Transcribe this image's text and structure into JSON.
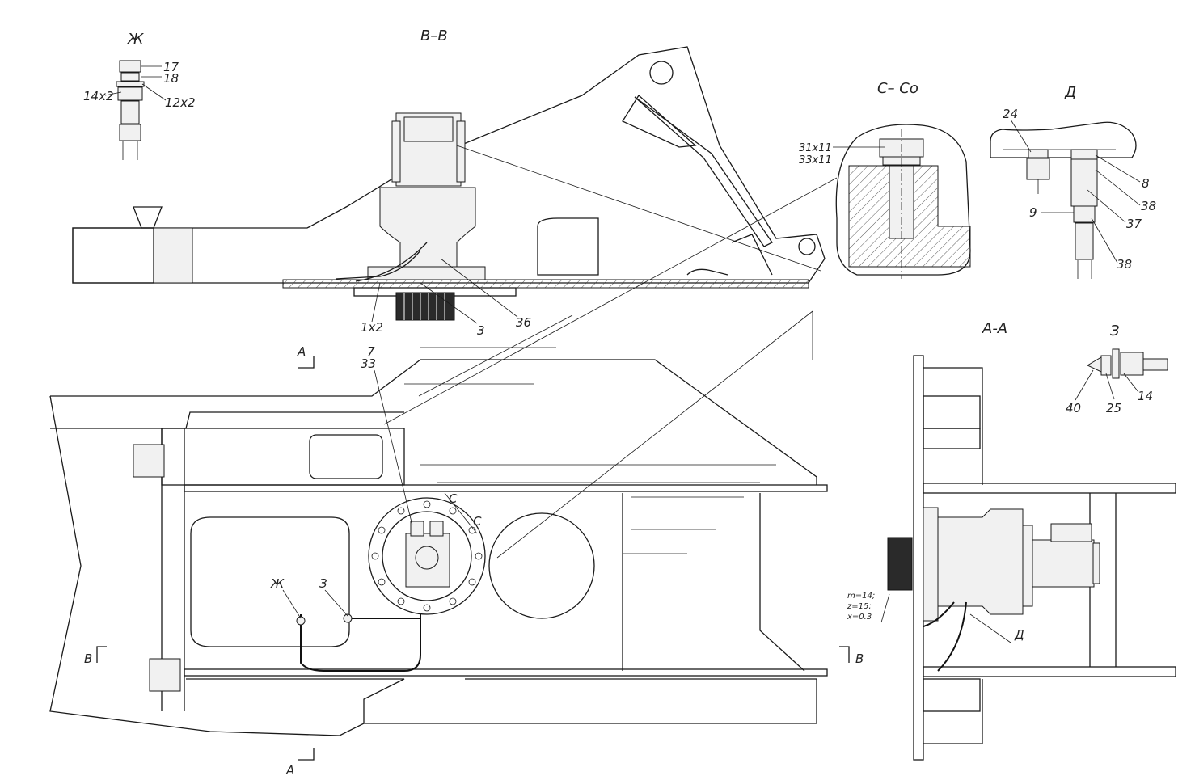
{
  "section_titles": {
    "b_b": "B–B",
    "c_c": "С– Сo",
    "a_a": "A-A",
    "zh": "Ж",
    "d": "Д",
    "z": "З"
  },
  "detail_zh": {
    "labels": [
      "17",
      "18",
      "14x2",
      "12x2"
    ]
  },
  "view_bb": {
    "labels": [
      "1x2",
      "3",
      "36"
    ]
  },
  "section_cc": {
    "labels": [
      "31x11",
      "33x11"
    ]
  },
  "detail_d": {
    "labels": [
      "24",
      "8",
      "38",
      "37",
      "9",
      "38"
    ]
  },
  "detail_z": {
    "labels": [
      "40",
      "25",
      "14"
    ]
  },
  "plan_view": {
    "labels": [
      "7",
      "33",
      "Ж",
      "З",
      "C",
      "C"
    ],
    "cut_markers": [
      "A",
      "A",
      "B",
      "B"
    ]
  },
  "section_aa": {
    "gear_spec": [
      "m=14;",
      "z=15;",
      "x=0.3"
    ],
    "labels": [
      "Д"
    ]
  }
}
